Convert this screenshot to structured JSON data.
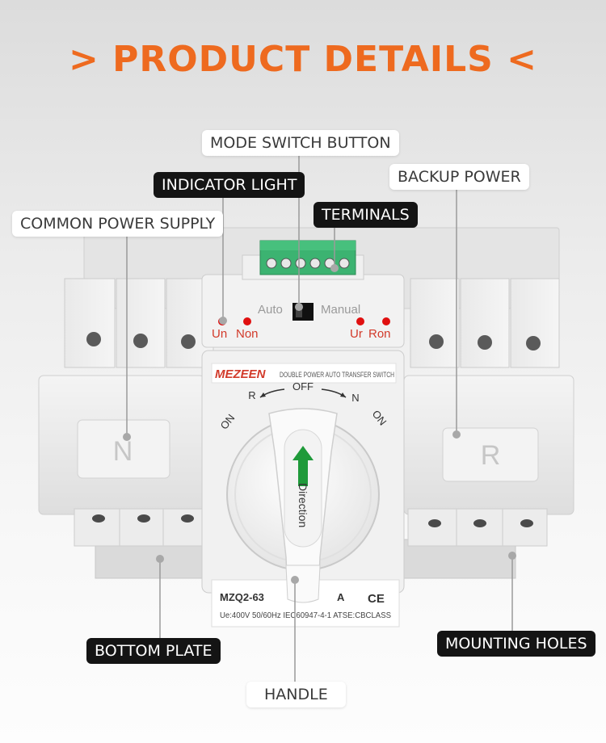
{
  "title": "> PRODUCT DETAILS <",
  "labels": {
    "mode_switch_button": "MODE SWITCH BUTTON",
    "indicator_light": "INDICATOR LIGHT",
    "backup_power": "BACKUP POWER",
    "terminals": "TERMINALS",
    "common_power_supply": "COMMON POWER SUPPLY",
    "bottom_plate": "BOTTOM PLATE",
    "mounting_holes": "MOUNTING HOLES",
    "handle": "HANDLE"
  },
  "device": {
    "brand": "MEZEEN",
    "description": "DOUBLE POWER AUTO TRANSFER SWITCH",
    "mode_auto": "Auto",
    "mode_manual": "Manual",
    "led_un": "Un",
    "led_non": "Non",
    "led_ur": "Ur",
    "led_ron": "Ron",
    "dial_off": "OFF",
    "dial_r": "R",
    "dial_n": "N",
    "dial_on_left": "ON",
    "dial_on_right": "ON",
    "handle_text": "Direction",
    "side_n": "N",
    "side_r": "R",
    "model": "MZQ2-63",
    "model_suffix": "A",
    "ce_mark": "CE",
    "spec_line": "Ue:400V  50/60Hz  IEC60947-4-1  ATSE:CBCLASS"
  },
  "colors": {
    "accent": "#ee6a1f",
    "brand_red": "#d23a2a",
    "indicator_red": "#e01010",
    "terminal_green": "#3cb371",
    "arrow_green": "#1f9a3a"
  }
}
